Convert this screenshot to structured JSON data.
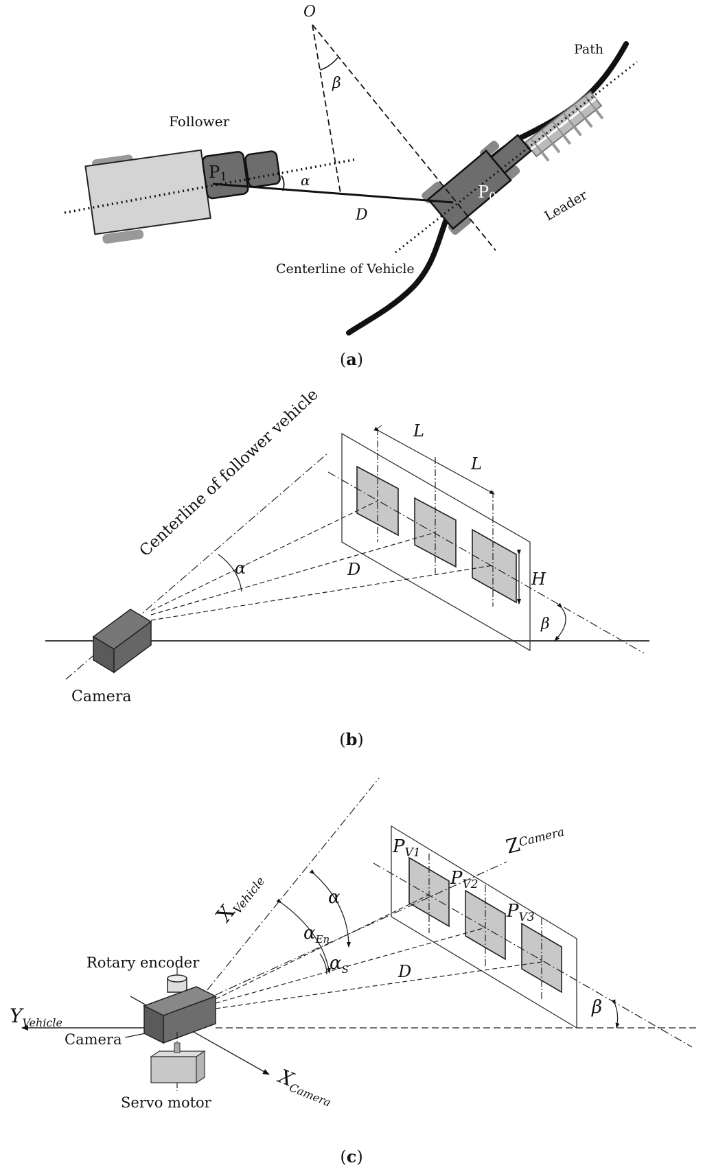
{
  "panel_a": {
    "caption": "a",
    "labels": {
      "o": "O",
      "beta": "β",
      "path": "Path",
      "follower": "Follower",
      "p1_main": "P",
      "p1_sub": "1",
      "alpha": "α",
      "p0_main": "P",
      "p0_sub": "0",
      "leader": "Leader",
      "d": "D",
      "centerline": "Centerline of Vehicle"
    }
  },
  "panel_b": {
    "caption": "b",
    "labels": {
      "centerline": "Centerline of follower vehicle",
      "l1": "L",
      "l2": "L",
      "alpha": "α",
      "d": "D",
      "h": "H",
      "beta": "β",
      "camera": "Camera"
    }
  },
  "panel_c": {
    "caption": "c",
    "labels": {
      "x_vehicle_main": "X",
      "x_vehicle_sub": "Vehicle",
      "pv1_main": "P",
      "pv1_sub": "V1",
      "pv2_main": "P",
      "pv2_sub": "V2",
      "pv3_main": "P",
      "pv3_sub": "V3",
      "z_camera_main": "Z",
      "z_camera_sub": "Camera",
      "alpha": "α",
      "alpha_en_main": "α",
      "alpha_en_sub": "En",
      "alpha_s_main": "α",
      "alpha_s_sub": "S",
      "d": "D",
      "rotary_encoder": "Rotary encoder",
      "y_vehicle_main": "Y",
      "y_vehicle_sub": "Vehicle",
      "camera": "Camera",
      "x_camera_main": "X",
      "x_camera_sub": "Camera",
      "servo_motor": "Servo motor",
      "beta": "β"
    }
  }
}
